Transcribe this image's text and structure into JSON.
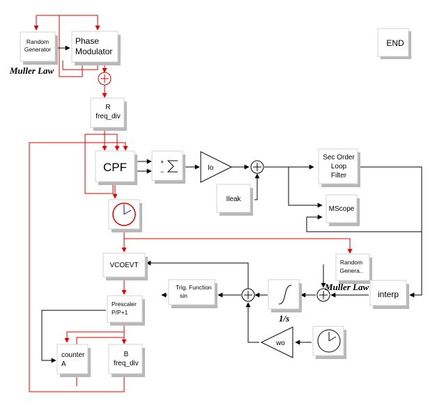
{
  "blocks": {
    "random_gen_top": [
      "Random",
      "Generator"
    ],
    "phase_modulator": [
      "Phase",
      "Modulator"
    ],
    "end": "END",
    "r_freq_div": [
      "R",
      "freq_div"
    ],
    "cpf": "CPF",
    "gain_io": "Io",
    "sec_order": [
      "Sec Order",
      "Loop",
      "Filter"
    ],
    "ileak": "Ileak",
    "mscope": "MScope",
    "vcoevt": "VCOEVT",
    "random_gen_mid": [
      "Random",
      "Genera.."
    ],
    "trig_fn": [
      "Trig. Function",
      "sin"
    ],
    "interp": "interp",
    "prescaler": [
      "Prescaler",
      "P/P+1"
    ],
    "counter_a": [
      "counter",
      "A"
    ],
    "b_freq_div": [
      "B",
      "freq_div"
    ],
    "gain_wo": "wo"
  },
  "labels": {
    "muller_top": "Muller Law",
    "muller_mid": "Muller Law",
    "integrator": "1/s"
  },
  "sum_signs": [
    "+",
    "−"
  ],
  "colors": {
    "event_link": "#e00000",
    "data_link": "#000000",
    "block_shadow": "#b8b8b8"
  }
}
